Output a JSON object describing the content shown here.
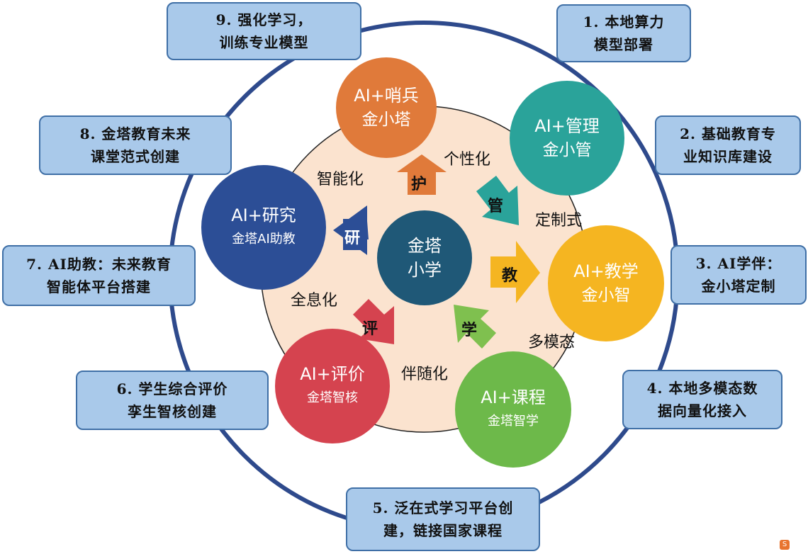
{
  "colors": {
    "ring": "#2e4a8c",
    "inner_fill": "#fbe3cf",
    "box_fill": "#a9c9ea",
    "box_border": "#3f6fa6",
    "center": "#1f5877",
    "patrol": "#e07a3a",
    "manage": "#2aa39a",
    "teach": "#f5b521",
    "course": "#6db94a",
    "evaluate": "#d5434f",
    "research": "#2c4e96"
  },
  "boxes": [
    {
      "id": "box-1",
      "text": "1. 本地算力\n模型部署"
    },
    {
      "id": "box-2",
      "text": "2. 基础教育专\n业知识库建设"
    },
    {
      "id": "box-3",
      "text": "3. AI学伴：\n金小塔定制"
    },
    {
      "id": "box-4",
      "text": "4. 本地多模态数\n据向量化接入"
    },
    {
      "id": "box-5",
      "text": "5. 泛在式学习平台创\n建，链接国家课程"
    },
    {
      "id": "box-6",
      "text": "6. 学生综合评价\n孪生智核创建"
    },
    {
      "id": "box-7",
      "text": "7. AI助教：未来教育\n智能体平台搭建"
    },
    {
      "id": "box-8",
      "text": "8. 金塔教育未来\n课堂范式创建"
    },
    {
      "id": "box-9",
      "text": "9. 强化学习，\n训练专业模型"
    }
  ],
  "center": {
    "line1": "金塔",
    "line2": "小学"
  },
  "circles": {
    "patrol": {
      "line1": "AI+哨兵",
      "line2": "金小塔"
    },
    "manage": {
      "line1": "AI+管理",
      "line2": "金小管"
    },
    "teach": {
      "line1": "AI+教学",
      "line2": "金小智"
    },
    "course": {
      "line1": "AI+课程",
      "line2": "金塔智学"
    },
    "evaluate": {
      "line1": "AI+评价",
      "line2": "金塔智核"
    },
    "research": {
      "line1": "AI+研究",
      "line2": "金塔AI助教"
    }
  },
  "arrows": {
    "protect": "护",
    "manage": "管",
    "teach": "教",
    "learn": "学",
    "evaluate": "评",
    "research": "研"
  },
  "labels": {
    "personalized": "个性化",
    "customized": "定制式",
    "multimodal": "多模态",
    "accompany": "伴随化",
    "holographic": "全息化",
    "intelligent": "智能化"
  }
}
